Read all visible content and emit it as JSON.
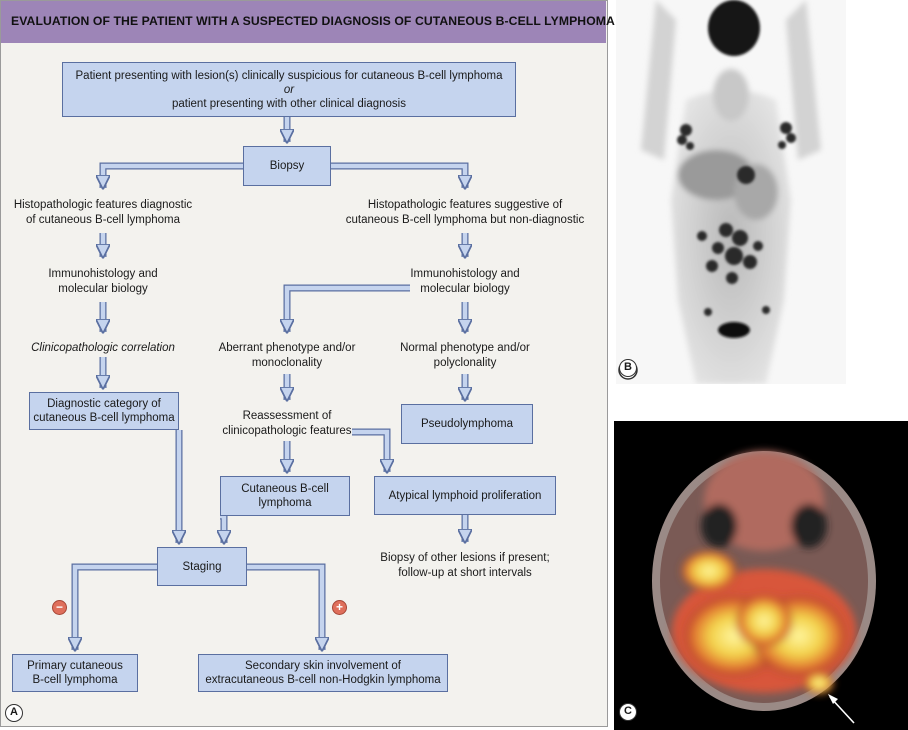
{
  "title": "EVALUATION OF THE PATIENT WITH A SUSPECTED DIAGNOSIS OF CUTANEOUS B-CELL LYMPHOMA",
  "nodes": {
    "presenting_line1": "Patient presenting with lesion(s) clinically suspicious for cutaneous B-cell lymphoma",
    "presenting_or": "or",
    "presenting_line2": "patient presenting with other clinical diagnosis",
    "biopsy": "Biopsy",
    "histo_diag_1": "Histopathologic features diagnostic",
    "histo_diag_2": "of cutaneous B-cell lymphoma",
    "histo_sugg_1": "Histopathologic features suggestive of",
    "histo_sugg_2": "cutaneous B-cell lymphoma but non-diagnostic",
    "immuno_left_1": "Immunohistology and",
    "immuno_left_2": "molecular biology",
    "immuno_right_1": "Immunohistology and",
    "immuno_right_2": "molecular biology",
    "clinico": "Clinicopathologic correlation",
    "aberrant_1": "Aberrant phenotype and/or",
    "aberrant_2": "monoclonality",
    "normal_1": "Normal phenotype and/or",
    "normal_2": "polyclonality",
    "diag_cat_1": "Diagnostic category of",
    "diag_cat_2": "cutaneous B-cell lymphoma",
    "reassess_1": "Reassessment of",
    "reassess_2": "clinicopathologic features",
    "pseudo": "Pseudolymphoma",
    "cbcl_1": "Cutaneous B-cell",
    "cbcl_2": "lymphoma",
    "atypical": "Atypical lymphoid proliferation",
    "biopsy_other_1": "Biopsy of other lesions if present;",
    "biopsy_other_2": "follow-up at short intervals",
    "staging": "Staging",
    "primary_1": "Primary cutaneous",
    "primary_2": "B-cell lymphoma",
    "secondary_1": "Secondary skin involvement of",
    "secondary_2": "extracutaneous B-cell non-Hodgkin lymphoma"
  },
  "signs": {
    "negative": "−",
    "positive": "+"
  },
  "panel_labels": {
    "a": "A",
    "b": "B",
    "c": "C"
  },
  "colors": {
    "title_bar": "#9d85b7",
    "box_fill": "#c5d4ee",
    "box_border": "#5a6fa0",
    "panel_bg": "#f3f2ee",
    "sign_fill": "#df6f5b"
  }
}
